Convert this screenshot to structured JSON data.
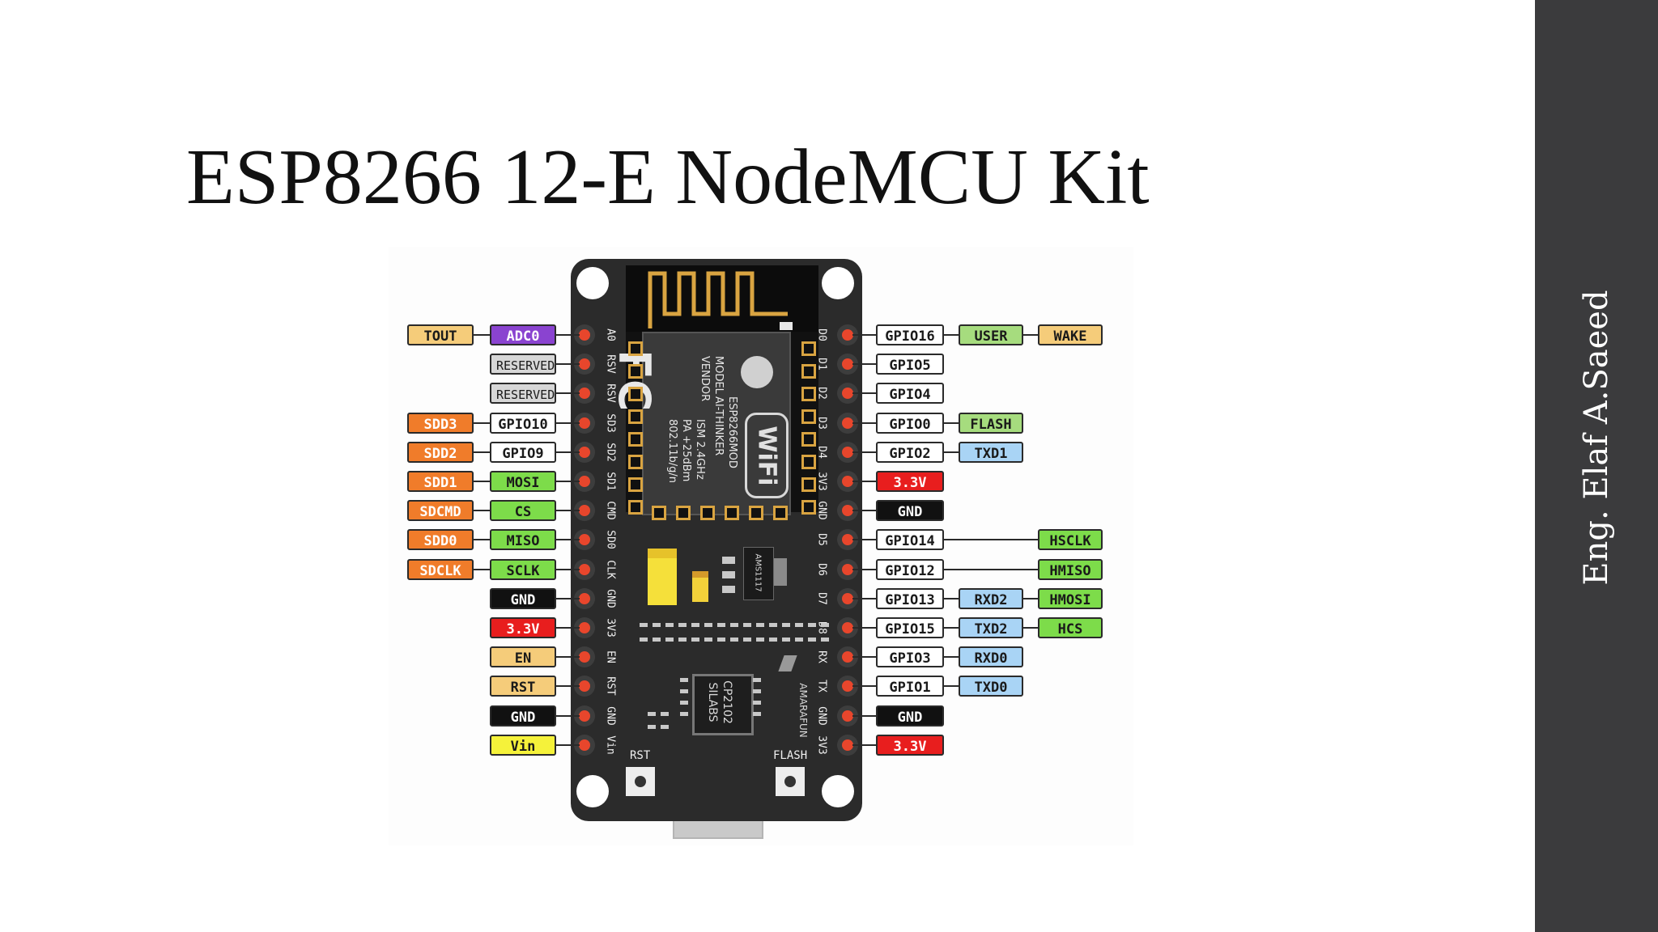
{
  "slide": {
    "title": "ESP8266 12-E NodeMCU Kit",
    "author": "Eng. Elaf A.Saeed"
  },
  "colors": {
    "sidebar": "#3b3b3d",
    "board": "#2b2b2b",
    "power": "#e81e1e",
    "ground": "#111111",
    "gpio": "#ffffff",
    "spi": "#7ddc4a",
    "sd": "#f07c2a",
    "uart": "#a9d4f5",
    "analog": "#8a43d0",
    "misc": "#f5cc7a"
  },
  "board": {
    "module_lines": [
      "MODEL",
      "VENDOR",
      "ISM 2.4GHz",
      "PA +25dBm",
      "802.11b/g/n"
    ],
    "module_values": [
      "ESP8266MOD",
      "AI-THINKER"
    ],
    "fc_mark": "FC",
    "wifi_mark": "WiFi",
    "regulator_label": "AMS1117",
    "usb_chip": [
      "SILABS",
      "CP2102"
    ],
    "maker": "AMARAFUN",
    "rst_button": "RST",
    "flash_button": "FLASH",
    "left_silk": [
      "A0",
      "RSV",
      "RSV",
      "SD3",
      "SD2",
      "SD1",
      "CMD",
      "SD0",
      "CLK",
      "GND",
      "3V3",
      "EN",
      "RST",
      "GND",
      "Vin"
    ],
    "right_silk": [
      "D0",
      "D1",
      "D2",
      "D3",
      "D4",
      "3V3",
      "GND",
      "D5",
      "D6",
      "D7",
      "D8",
      "RX",
      "TX",
      "GND",
      "3V3"
    ]
  },
  "left_pins": [
    {
      "outer": "TOUT",
      "outer_color": "tan",
      "inner": "ADC0",
      "inner_color": "purple"
    },
    {
      "outer": "",
      "outer_color": "",
      "inner": "RESERVED",
      "inner_color": "gray"
    },
    {
      "outer": "",
      "outer_color": "",
      "inner": "RESERVED",
      "inner_color": "gray"
    },
    {
      "outer": "SDD3",
      "outer_color": "orange",
      "inner": "GPIO10",
      "inner_color": "white"
    },
    {
      "outer": "SDD2",
      "outer_color": "orange",
      "inner": "GPIO9",
      "inner_color": "white"
    },
    {
      "outer": "SDD1",
      "outer_color": "orange",
      "inner": "MOSI",
      "inner_color": "green"
    },
    {
      "outer": "SDCMD",
      "outer_color": "orange",
      "inner": "CS",
      "inner_color": "green"
    },
    {
      "outer": "SDD0",
      "outer_color": "orange",
      "inner": "MISO",
      "inner_color": "green"
    },
    {
      "outer": "SDCLK",
      "outer_color": "orange",
      "inner": "SCLK",
      "inner_color": "green"
    },
    {
      "outer": "",
      "outer_color": "",
      "inner": "GND",
      "inner_color": "black"
    },
    {
      "outer": "",
      "outer_color": "",
      "inner": "3.3V",
      "inner_color": "red"
    },
    {
      "outer": "",
      "outer_color": "",
      "inner": "EN",
      "inner_color": "tan"
    },
    {
      "outer": "",
      "outer_color": "",
      "inner": "RST",
      "inner_color": "tan"
    },
    {
      "outer": "",
      "outer_color": "",
      "inner": "GND",
      "inner_color": "black"
    },
    {
      "outer": "",
      "outer_color": "",
      "inner": "Vin",
      "inner_color": "yellow"
    }
  ],
  "right_pins": [
    {
      "gpio": "GPIO16",
      "gpio_color": "white",
      "f1": "USER",
      "f1_color": "lgreen",
      "f2": "WAKE",
      "f2_color": "tan"
    },
    {
      "gpio": "GPIO5",
      "gpio_color": "white",
      "f1": "",
      "f1_color": "",
      "f2": "",
      "f2_color": ""
    },
    {
      "gpio": "GPIO4",
      "gpio_color": "white",
      "f1": "",
      "f1_color": "",
      "f2": "",
      "f2_color": ""
    },
    {
      "gpio": "GPIO0",
      "gpio_color": "white",
      "f1": "FLASH",
      "f1_color": "lgreen",
      "f2": "",
      "f2_color": ""
    },
    {
      "gpio": "GPIO2",
      "gpio_color": "white",
      "f1": "TXD1",
      "f1_color": "blue",
      "f2": "",
      "f2_color": ""
    },
    {
      "gpio": "3.3V",
      "gpio_color": "red",
      "f1": "",
      "f1_color": "",
      "f2": "",
      "f2_color": ""
    },
    {
      "gpio": "GND",
      "gpio_color": "black",
      "f1": "",
      "f1_color": "",
      "f2": "",
      "f2_color": ""
    },
    {
      "gpio": "GPIO14",
      "gpio_color": "white",
      "f1": "",
      "f1_color": "",
      "f2": "HSCLK",
      "f2_color": "green"
    },
    {
      "gpio": "GPIO12",
      "gpio_color": "white",
      "f1": "",
      "f1_color": "",
      "f2": "HMISO",
      "f2_color": "green"
    },
    {
      "gpio": "GPIO13",
      "gpio_color": "white",
      "f1": "RXD2",
      "f1_color": "blue",
      "f2": "HMOSI",
      "f2_color": "green"
    },
    {
      "gpio": "GPIO15",
      "gpio_color": "white",
      "f1": "TXD2",
      "f1_color": "blue",
      "f2": "HCS",
      "f2_color": "green"
    },
    {
      "gpio": "GPIO3",
      "gpio_color": "white",
      "f1": "RXD0",
      "f1_color": "blue",
      "f2": "",
      "f2_color": ""
    },
    {
      "gpio": "GPIO1",
      "gpio_color": "white",
      "f1": "TXD0",
      "f1_color": "blue",
      "f2": "",
      "f2_color": ""
    },
    {
      "gpio": "GND",
      "gpio_color": "black",
      "f1": "",
      "f1_color": "",
      "f2": "",
      "f2_color": ""
    },
    {
      "gpio": "3.3V",
      "gpio_color": "red",
      "f1": "",
      "f1_color": "",
      "f2": "",
      "f2_color": ""
    }
  ]
}
